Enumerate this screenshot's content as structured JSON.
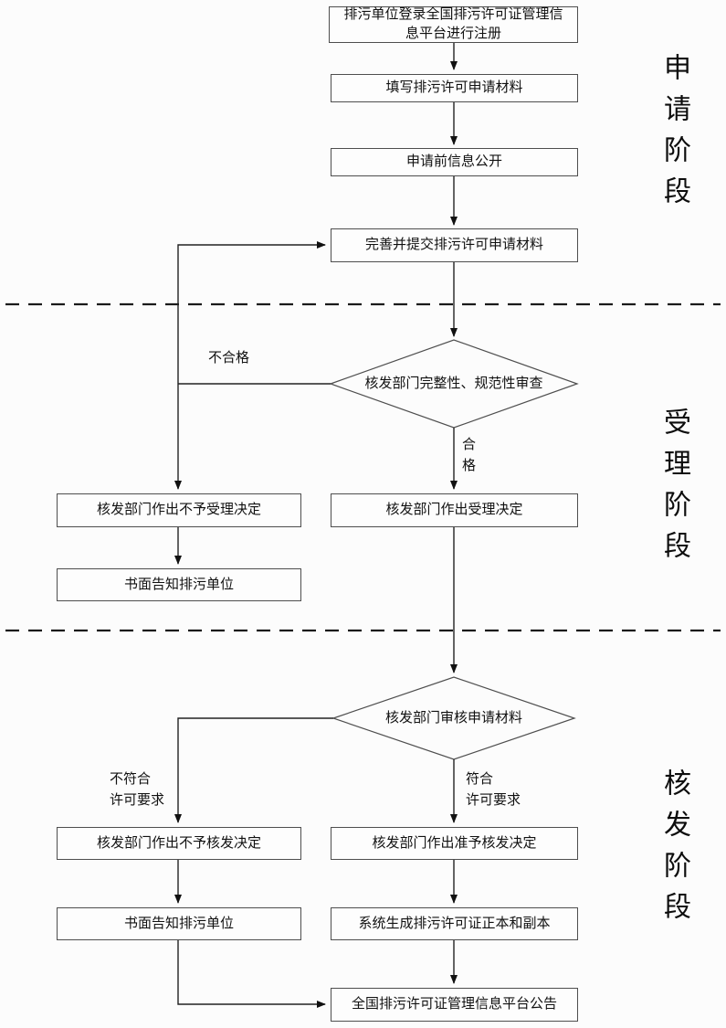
{
  "stages": {
    "application": "申请阶段",
    "acceptance": "受理阶段",
    "issuance": "核发阶段"
  },
  "nodes": {
    "register": "排污单位登录全国排污许可证管理信息平台进行注册",
    "fill_materials": "填写排污许可申请材料",
    "pre_disclosure": "申请前信息公开",
    "submit_materials": "完善并提交排污许可申请材料",
    "completeness_review": "核发部门完整性、规范性审查",
    "reject_acceptance": "核发部门作出不予受理决定",
    "acceptance_decision": "核发部门作出受理决定",
    "written_notice_1": "书面告知排污单位",
    "application_review": "核发部门审核申请材料",
    "reject_issuance": "核发部门作出不予核发决定",
    "approve_issuance": "核发部门作出准予核发决定",
    "written_notice_2": "书面告知排污单位",
    "generate_certificate": "系统生成排污许可证正本和副本",
    "platform_announcement": "全国排污许可证管理信息平台公告"
  },
  "edge_labels": {
    "unqualified": "不合格",
    "qualified": "合\n格",
    "not_meeting": "不符合\n许可要求",
    "meeting": "符合\n许可要求"
  }
}
